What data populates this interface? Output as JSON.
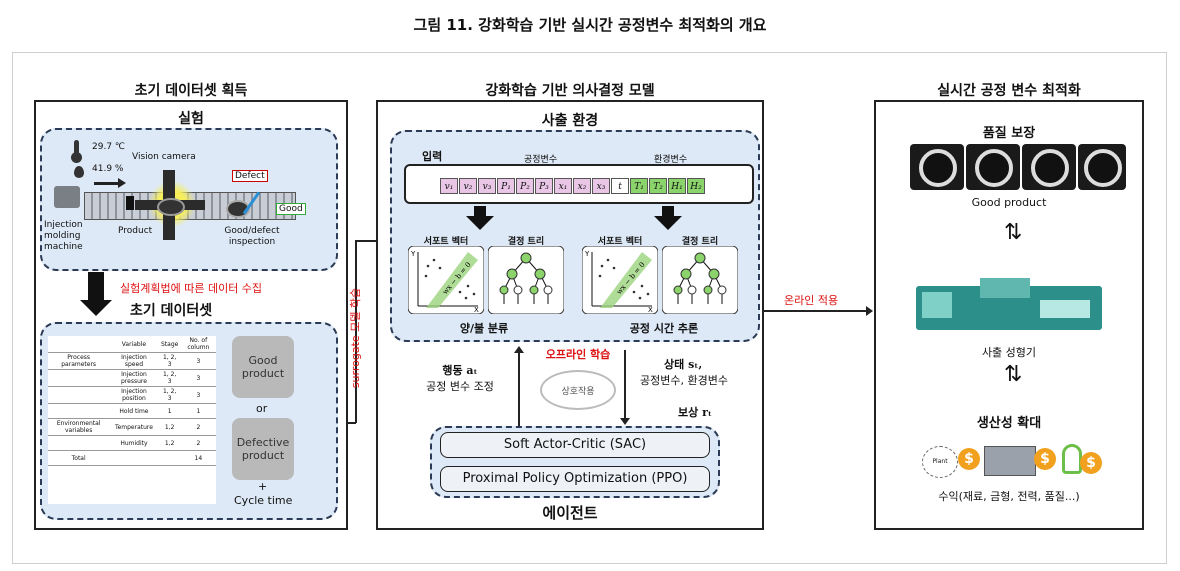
{
  "figure_title": "그림 11. 강화학습 기반 실시간 공정변수 최적화의 개요",
  "left": {
    "title": "초기 데이터셋 획득",
    "experiment_title": "실험",
    "temp": "29.7 ℃",
    "humidity": "41.9 %",
    "vision_camera": "Vision camera",
    "defect": "Defect",
    "good": "Good",
    "product": "Product",
    "injection_molding": "Injection molding machine",
    "good_defect_inspection": "Good/defect inspection",
    "data_collection": "실험계획법에 따른 데이터 수집",
    "dataset_title": "초기 데이터셋",
    "table_headers": [
      "",
      "Variable",
      "Stage",
      "No. of column"
    ],
    "table_rows": [
      [
        "Process parameters",
        "Injection speed",
        "1, 2, 3",
        "3"
      ],
      [
        "",
        "Injection pressure",
        "1, 2, 3",
        "3"
      ],
      [
        "",
        "Injection position",
        "1, 2, 3",
        "3"
      ],
      [
        "",
        "Hold time",
        "1",
        "1"
      ],
      [
        "Environmental variables",
        "Temperature",
        "1,2",
        "2"
      ],
      [
        "",
        "Humidity",
        "1,2",
        "2"
      ],
      [
        "Total",
        "",
        "",
        "14"
      ]
    ],
    "good_product": "Good product",
    "or": "or",
    "defective_product": "Defective product",
    "plus": "+",
    "cycle_time": "Cycle time"
  },
  "surrogate_label": "surrogate 모델 학습",
  "middle": {
    "title": "강화학습 기반 의사결정 모델",
    "env_title": "사출 환경",
    "input_label": "입력",
    "process_vars": "공정변수",
    "env_vars": "환경변수",
    "cells_purple": [
      "v₁",
      "v₂",
      "v₃",
      "P₁",
      "P₂",
      "P₃",
      "x₁",
      "x₂",
      "x₃"
    ],
    "cell_white": "t",
    "cells_green": [
      "T₁",
      "T₂",
      "H₁",
      "H₂"
    ],
    "svm_label": "서포트 벡터",
    "tree_label": "결정 트리",
    "svm_eq": "wx − b = 0",
    "axis_y": "Y",
    "axis_x": "X",
    "classify": "양/불 분류",
    "cycle_infer": "공정 시간 추론",
    "action": "행동 aₜ",
    "action_sub": "공정 변수 조정",
    "offline": "오프라인 학습",
    "interaction": "상호작용",
    "state": "상태 sₜ,",
    "state_sub": "공정변수, 환경변수",
    "reward": "보상 rₜ",
    "sac": "Soft Actor-Critic (SAC)",
    "ppo": "Proximal Policy Optimization (PPO)",
    "agent": "에이전트"
  },
  "online_label": "온라인 적용",
  "right": {
    "title": "실시간 공정 변수 최적화",
    "quality": "품질 보장",
    "good_product": "Good product",
    "machine_label": "사출 성형기",
    "productivity": "생산성 확대",
    "revenue": "수익(재료, 금형, 전력, 품질...)",
    "dollar": "$",
    "plant": "Plant"
  },
  "colors": {
    "accent_red": "#d11111",
    "panel_blue": "#dde9f6",
    "purple": "#e9c6e6",
    "green": "#8bd36b"
  }
}
